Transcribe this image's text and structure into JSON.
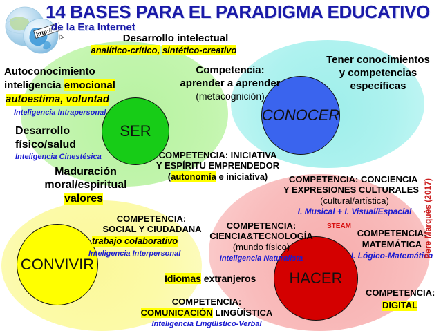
{
  "header": {
    "title": "14 BASES PARA EL  PARADIGMA EDUCATIVO",
    "subtitle": "de la Era Internet",
    "globe_icon": "globe-internet-icon"
  },
  "credit": "Pere Marquès (2017)",
  "domains": {
    "ser": {
      "label": "SER",
      "circle_color": "#17cc17",
      "blob_color": "#c3f5ae"
    },
    "conocer": {
      "label": "CONOCER",
      "circle_color": "#3a64ee",
      "blob_color": "#aef2ef"
    },
    "convivir": {
      "label": "CONVIVIR",
      "circle_color": "#ffff00",
      "blob_color": "#fcfaa8"
    },
    "hacer": {
      "label": "HACER",
      "circle_color": "#d40000",
      "blob_color": "#f9bcbc"
    }
  },
  "ser_block": {
    "intelectual_line1": "Desarrollo intelectual",
    "intelectual_hl1": "analítico-crítico,",
    "intelectual_hl2": "sintético-creativo",
    "autoconocimiento_line1": "Autoconocimiento",
    "autoconocimiento_line2a": "inteligencia",
    "autoconocimiento_line2b": "emocional",
    "autoconocimiento_line3": "autoestima, voluntad",
    "autoconocimiento_intel": "Inteligencia Intrapersonal",
    "fisico_line1": "Desarrollo",
    "fisico_line2": "físico/salud",
    "fisico_intel": "Inteligencia Cinestésica",
    "maduracion_line1": "Maduración",
    "maduracion_line2": "moral/espiritual",
    "maduracion_hl": "valores",
    "iniciativa_line1": "COMPETENCIA: INICIATIVA",
    "iniciativa_line2": "Y ESPÍRITU EMPRENDEDOR",
    "iniciativa_line3a": "(",
    "iniciativa_line3hl": "autonomía",
    "iniciativa_line3b": " e iniciativa)"
  },
  "conocer_block": {
    "aprender_line1": "Competencia:",
    "aprender_line2": "aprender a aprender",
    "aprender_line3": "(metacognición)",
    "conocimientos_line1": "Tener conocimientos",
    "conocimientos_line2": "y competencias",
    "conocimientos_line3": "específicas"
  },
  "convivir_block": {
    "social_line1": "COMPETENCIA:",
    "social_line2": "SOCIAL Y CIUDADANA",
    "social_hl": "trabajo colaborativo",
    "social_intel": "Inteligencia Interpersonal"
  },
  "hacer_block": {
    "cultural_line1": "COMPETENCIA: CONCIENCIA",
    "cultural_line2": "Y EXPRESIONES CULTURALES",
    "cultural_line3": "(cultural/artística)",
    "cultural_intel": "I. Musical + I. Visual/Espacial",
    "ciencia_line1": "COMPETENCIA:",
    "ciencia_line2": "CIENCIA&TECNOLOGÍA",
    "ciencia_line3": "(mundo físico)",
    "ciencia_intel": "Inteligencia Naturalista",
    "steam": "STEAM",
    "matematica_line1": "COMPETENCIA:",
    "matematica_line2": "MATEMÁTICA",
    "matematica_intel": "I. Lógico-Matemática",
    "digital_line1": "COMPETENCIA:",
    "digital_hl": "DIGITAL",
    "idiomas_hl": "Idiomas",
    "idiomas_rest": " extranjeros",
    "linguistica_line1": "COMPETENCIA:",
    "linguistica_hl": "COMUNICACIÓN",
    "linguistica_rest": " LINGÜÍSTICA",
    "linguistica_intel": "Inteligencia Lingüístico-Verbal"
  }
}
